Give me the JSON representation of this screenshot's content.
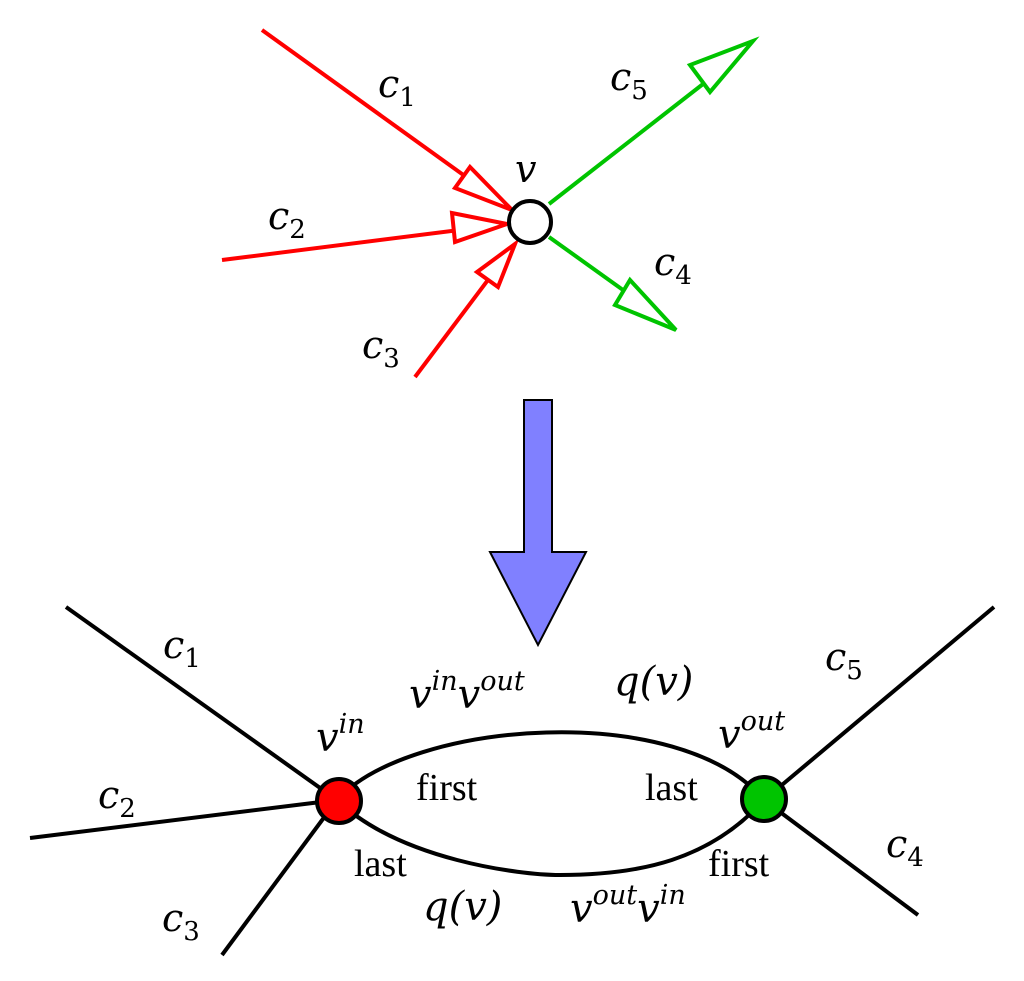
{
  "colors": {
    "incoming": "#ff0000",
    "outgoing": "#00c400",
    "transform_arrow": "#8080ff",
    "node_in": "#ff0000",
    "node_out": "#00c400",
    "node_v": "#ffffff",
    "edge": "#000000"
  },
  "top": {
    "vertex_label": "v",
    "edges": [
      {
        "base": "c",
        "sub": "1"
      },
      {
        "base": "c",
        "sub": "2"
      },
      {
        "base": "c",
        "sub": "3"
      },
      {
        "base": "c",
        "sub": "4"
      },
      {
        "base": "c",
        "sub": "5"
      }
    ]
  },
  "bottom": {
    "edges": [
      {
        "base": "c",
        "sub": "1"
      },
      {
        "base": "c",
        "sub": "2"
      },
      {
        "base": "c",
        "sub": "3"
      },
      {
        "base": "c",
        "sub": "4"
      },
      {
        "base": "c",
        "sub": "5"
      }
    ],
    "v_in": {
      "base": "v",
      "sup": "in"
    },
    "v_out": {
      "base": "v",
      "sup": "out"
    },
    "upper_arc": {
      "base1": "v",
      "sup1": "in",
      "base2": "v",
      "sup2": "out",
      "q": "q(v)",
      "first": "first",
      "last": "last"
    },
    "lower_arc": {
      "base1": "v",
      "sup1": "out",
      "base2": "v",
      "sup2": "in",
      "q": "q(v)",
      "first": "first",
      "last": "last"
    }
  }
}
